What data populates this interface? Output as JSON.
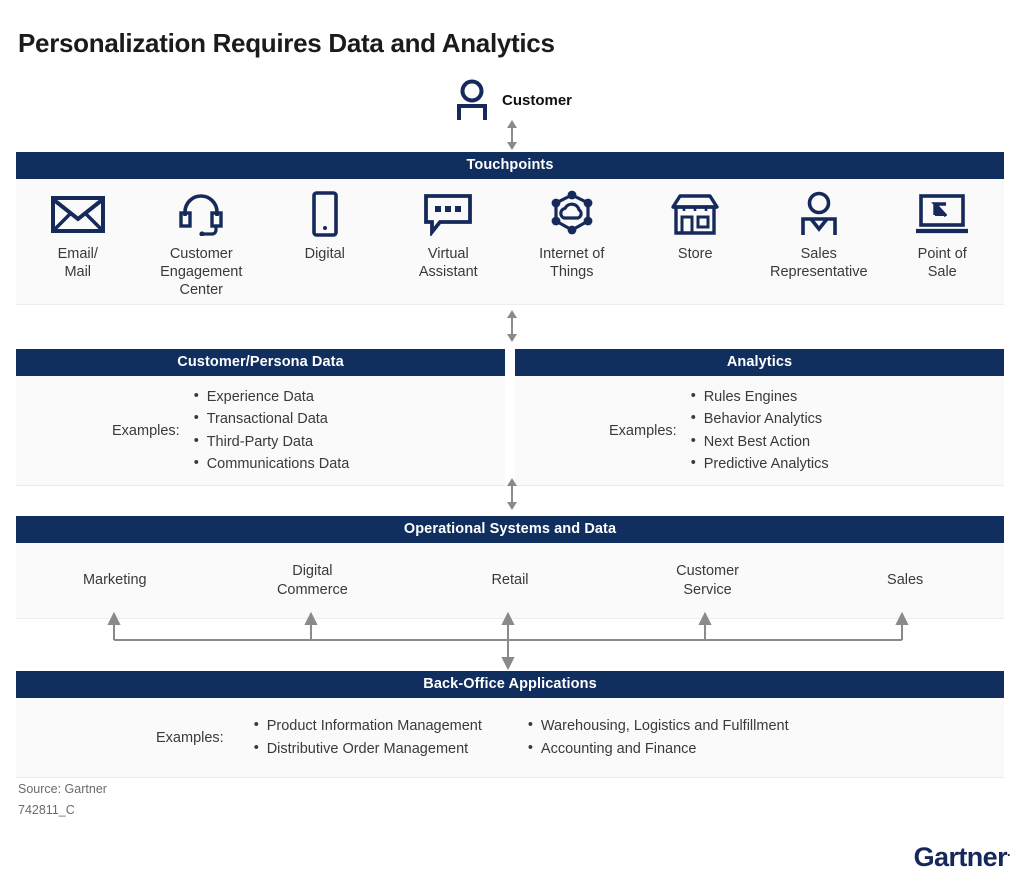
{
  "title": "Personalization Requires Data and Analytics",
  "colors": {
    "navy": "#102F5E",
    "icon_navy": "#16295B",
    "panel_bg": "#fafafa",
    "arrow_gray": "#8a8a8a",
    "logo_navy": "#16275c"
  },
  "customer": {
    "label": "Customer",
    "icon": "person-icon"
  },
  "touchpoints": {
    "header": "Touchpoints",
    "items": [
      {
        "label": "Email/\nMail",
        "icon": "envelope-icon"
      },
      {
        "label": "Customer\nEngagement Center",
        "icon": "headset-icon"
      },
      {
        "label": "Digital",
        "icon": "mobile-device-icon"
      },
      {
        "label": "Virtual\nAssistant",
        "icon": "chat-bubble-icon"
      },
      {
        "label": "Internet of\nThings",
        "icon": "iot-cloud-network-icon"
      },
      {
        "label": "Store",
        "icon": "storefront-icon"
      },
      {
        "label": "Sales\nRepresentative",
        "icon": "sales-person-icon"
      },
      {
        "label": "Point of\nSale",
        "icon": "laptop-cursor-icon"
      }
    ]
  },
  "persona": {
    "header": "Customer/Persona Data",
    "examples_label": "Examples:",
    "items": [
      "Experience Data",
      "Transactional Data",
      "Third-Party Data",
      "Communications Data"
    ]
  },
  "analytics": {
    "header": "Analytics",
    "examples_label": "Examples:",
    "items": [
      "Rules Engines",
      "Behavior Analytics",
      "Next Best Action",
      "Predictive Analytics"
    ]
  },
  "operational": {
    "header": "Operational Systems and Data",
    "items": [
      "Marketing",
      "Digital\nCommerce",
      "Retail",
      "Customer\nService",
      "Sales"
    ]
  },
  "backoffice": {
    "header": "Back-Office Applications",
    "examples_label": "Examples:",
    "column_left": [
      "Product Information Management",
      "Distributive Order Management"
    ],
    "column_right": [
      "Warehousing, Logistics and Fulfillment",
      "Accounting and Finance"
    ]
  },
  "footer": {
    "source": "Source: Gartner",
    "doc_id": "742811_C"
  },
  "logo": {
    "text": "Gartner",
    "trademark": "."
  }
}
